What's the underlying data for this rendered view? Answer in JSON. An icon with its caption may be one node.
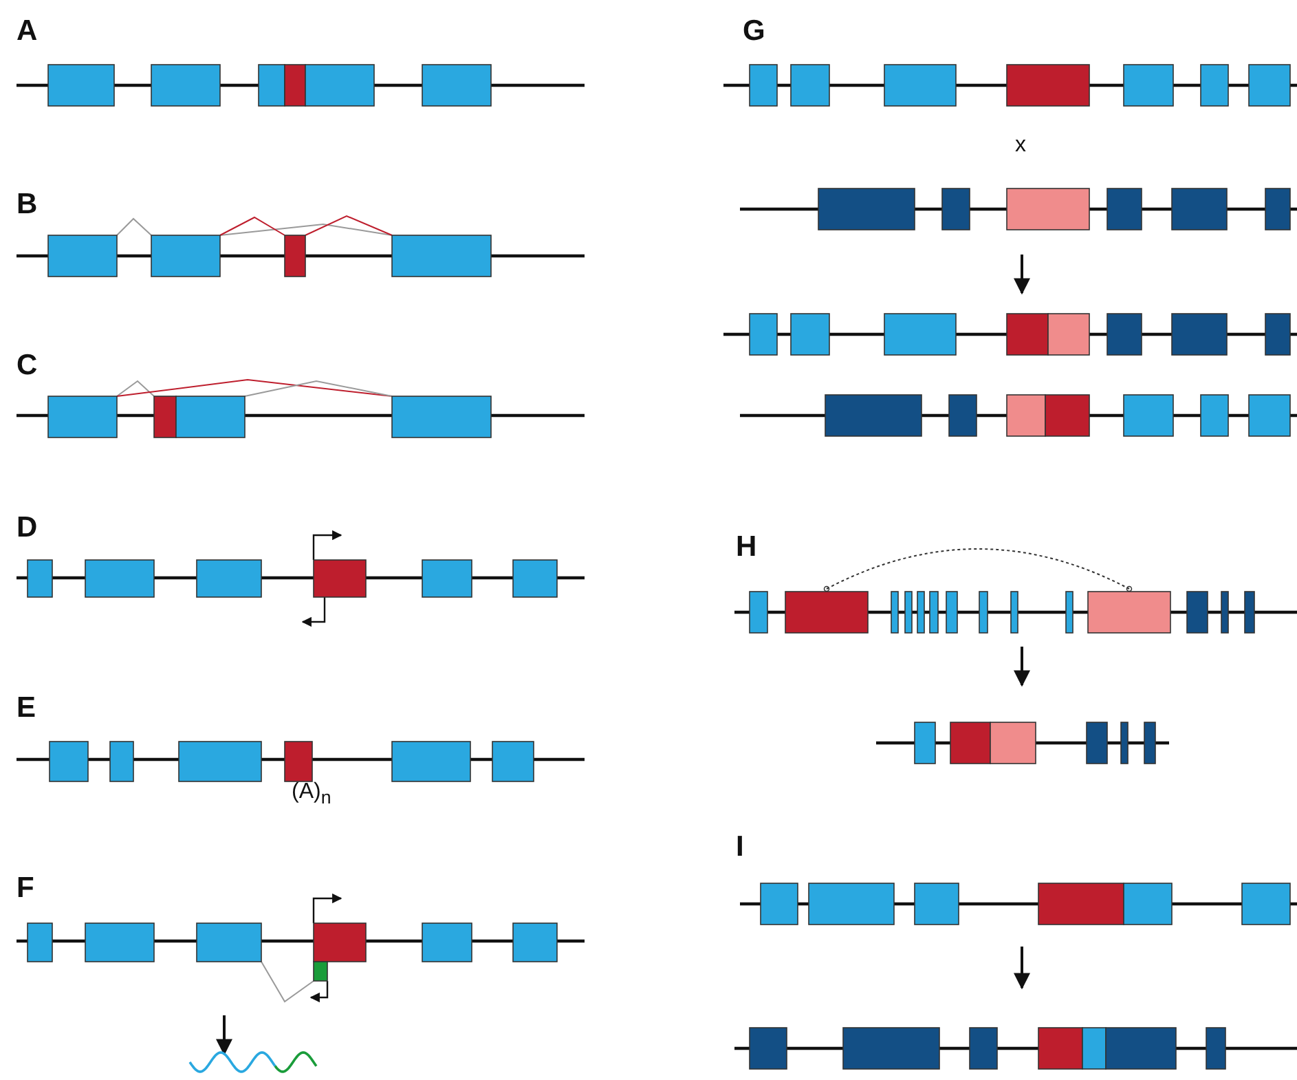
{
  "diagram": {
    "nodes": [
      {
        "text": [],
        "shape": "box"
      },
      {
        "text": [],
        "shape": "box"
      },
      {
        "text": [],
        "shape": "box"
      },
      {
        "text": [],
        "shape": "box"
      },
      {
        "text": [],
        "shape": "box"
      },
      {
        "text": [],
        "shape": "box"
      },
      {
        "text": [],
        "shape": "box"
      },
      {
        "text": [],
        "shape": "box"
      },
      {
        "text": [],
        "shape": "box"
      },
      {
        "text": [],
        "shape": "box"
      },
      {
        "text": [],
        "shape": "box"
      },
      {
        "text": [],
        "shape": "box"
      },
      {
        "text": [],
        "shape": "box"
      },
      {
        "text": [],
        "shape": "box"
      },
      {
        "text": [],
        "shape": "box"
      },
      {
        "text": [],
        "shape": "box"
      },
      {
        "text": [],
        "shape": "box"
      },
      {
        "text": [],
        "shape": "box"
      },
      {
        "text": [],
        "shape": "box"
      },
      {
        "text": [],
        "shape": "box"
      },
      {
        "text": [],
        "shape": "box"
      },
      {
        "text": [],
        "shape": "box"
      },
      {
        "text": [],
        "shape": "box"
      },
      {
        "text": [],
        "shape": "box"
      },
      {
        "text": [],
        "shape": "box"
      },
      {
        "text": [],
        "shape": "box"
      },
      {
        "text": [],
        "shape": "box"
      },
      {
        "text": [],
        "shape": "box"
      },
      {
        "text": [],
        "shape": "box"
      },
      {
        "text": [],
        "shape": "box"
      },
      {
        "text": [],
        "shape": "box"
      },
      {
        "text": [],
        "shape": "box"
      },
      {
        "text": [],
        "shape": "box"
      },
      {
        "text": [],
        "shape": "box"
      },
      {
        "text": [],
        "shape": "box"
      },
      {
        "text": [],
        "shape": "box"
      },
      {
        "text": [],
        "shape": "box"
      },
      {
        "text": [],
        "shape": "box"
      },
      {
        "text": [],
        "shape": "box"
      },
      {
        "text": [],
        "shape": "box"
      },
      {
        "text": [],
        "shape": "box"
      },
      {
        "text": [],
        "shape": "box"
      },
      {
        "text": [],
        "shape": "box"
      },
      {
        "text": [],
        "shape": "box"
      },
      {
        "text": [],
        "shape": "box"
      },
      {
        "text": [],
        "shape": "box"
      },
      {
        "text": [],
        "shape": "box"
      },
      {
        "text": [],
        "shape": "box"
      },
      {
        "text": [],
        "shape": "box"
      },
      {
        "text": [],
        "shape": "box"
      },
      {
        "text": [],
        "shape": "box"
      },
      {
        "text": [],
        "shape": "box"
      },
      {
        "text": [],
        "shape": "box"
      },
      {
        "text": [],
        "shape": "box"
      },
      {
        "text": [],
        "shape": "box"
      },
      {
        "text": [],
        "shape": "box"
      },
      {
        "text": [],
        "shape": "box"
      },
      {
        "text": [],
        "shape": "box"
      },
      {
        "text": [],
        "shape": "box"
      },
      {
        "text": [],
        "shape": "box"
      },
      {
        "text": [],
        "shape": "box"
      },
      {
        "text": [],
        "shape": "box"
      },
      {
        "text": [],
        "shape": "box"
      },
      {
        "text": [],
        "shape": "box"
      },
      {
        "text": [],
        "shape": "box"
      },
      {
        "text": [],
        "shape": "box"
      },
      {
        "text": [],
        "shape": "box"
      },
      {
        "text": [],
        "shape": "box"
      },
      {
        "text": [],
        "shape": "box"
      },
      {
        "text": [],
        "shape": "box"
      },
      {
        "text": [],
        "shape": "box"
      },
      {
        "text": [],
        "shape": "box"
      },
      {
        "text": [],
        "shape": "box"
      },
      {
        "text": [],
        "shape": "box"
      },
      {
        "text": [],
        "shape": "box"
      },
      {
        "text": [],
        "shape": "box"
      },
      {
        "text": [],
        "shape": "box"
      },
      {
        "text": [],
        "shape": "box"
      },
      {
        "text": [],
        "shape": "box"
      },
      {
        "text": [],
        "shape": "box"
      },
      {
        "text": [],
        "shape": "box"
      },
      {
        "text": [],
        "shape": "box"
      },
      {
        "text": [],
        "shape": "box"
      },
      {
        "text": [],
        "shape": "box"
      },
      {
        "text": [],
        "shape": "box"
      },
      {
        "text": [],
        "shape": "box"
      },
      {
        "text": [],
        "shape": "box"
      },
      {
        "text": [],
        "shape": "box"
      },
      {
        "text": [],
        "shape": "box"
      },
      {
        "text": [],
        "shape": "box"
      },
      {
        "text": [],
        "shape": "box"
      },
      {
        "text": [],
        "shape": "box"
      },
      {
        "text": [],
        "shape": "box"
      },
      {
        "text": [],
        "shape": "box"
      }
    ],
    "edges": [
      {
        "from": 6,
        "to": 7,
        "arrow": "none"
      },
      {
        "from": 7,
        "to": 9,
        "arrow": "none"
      },
      {
        "from": 7,
        "to": 8,
        "arrow": "none",
        "color": "#be1e2d"
      },
      {
        "from": 8,
        "to": 9,
        "arrow": "none",
        "color": "#be1e2d"
      },
      {
        "from": 10,
        "to": 11,
        "arrow": "none"
      },
      {
        "from": 10,
        "to": 13,
        "arrow": "none",
        "color": "#be1e2d"
      },
      {
        "from": 12,
        "to": 13,
        "arrow": "none"
      },
      {
        "from": 28,
        "to": 30,
        "arrow": "none"
      },
      {
        "from": 62,
        "to": 71,
        "arrow": "other",
        "style": "dashed",
        "color": "#333333"
      }
    ],
    "labels": [
      "A",
      "B",
      "C",
      "D",
      "E",
      "(A)$_{n}$",
      "F",
      "G",
      "x",
      "H",
      "I"
    ]
  }
}
